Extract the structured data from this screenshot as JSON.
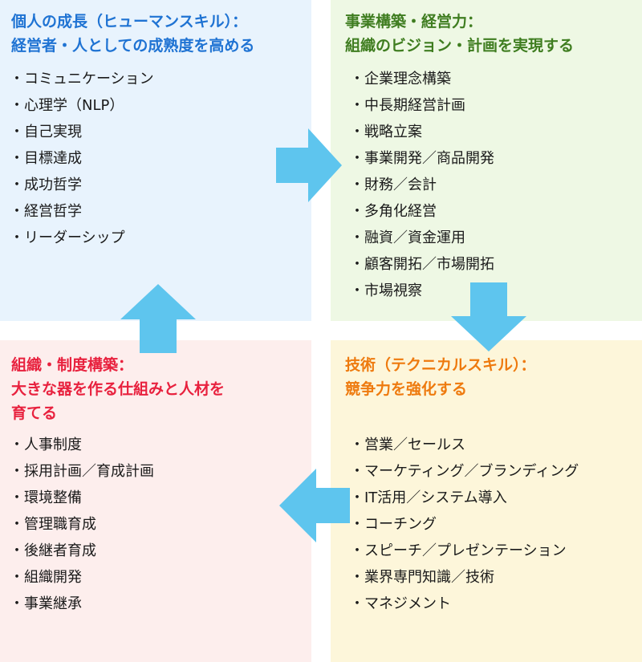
{
  "colors": {
    "top_left_title": "#1f73d3",
    "top_right_title": "#3f7d20",
    "bottom_left_title": "#e8213e",
    "bottom_right_title": "#ee7a0e",
    "arrow": "#5ec5ee"
  },
  "arrow_icon": "block-arrow-icon",
  "top_left": {
    "title_lines": [
      "個人の成長（ヒューマンスキル）：",
      "経営者・人としての成熟度を高める"
    ],
    "items": [
      "コミュニケーション",
      "心理学（NLP）",
      "自己実現",
      "目標達成",
      "成功哲学",
      "経営哲学",
      "リーダーシップ"
    ]
  },
  "top_right": {
    "title_lines": [
      "事業構築・経営力：",
      "組織のビジョン・計画を実現する"
    ],
    "items": [
      "企業理念構築",
      "中長期経営計画",
      "戦略立案",
      "事業開発／商品開発",
      "財務／会計",
      "多角化経営",
      "融資／資金運用",
      "顧客開拓／市場開拓",
      "市場視察"
    ]
  },
  "bottom_left": {
    "title_lines": [
      "組織・制度構築：",
      "大きな器を作る仕組みと人材を",
      "育てる"
    ],
    "items": [
      "人事制度",
      "採用計画／育成計画",
      "環境整備",
      "管理職育成",
      "後継者育成",
      "組織開発",
      "事業継承"
    ]
  },
  "bottom_right": {
    "title_lines": [
      "技術（テクニカルスキル）：",
      "競争力を強化する"
    ],
    "items": [
      "営業／セールス",
      "マーケティング／ブランディング",
      "IT活用／システム導入",
      "コーチング",
      "スピーチ／プレゼンテーション",
      "業界専門知識／技術",
      "マネジメント"
    ]
  }
}
